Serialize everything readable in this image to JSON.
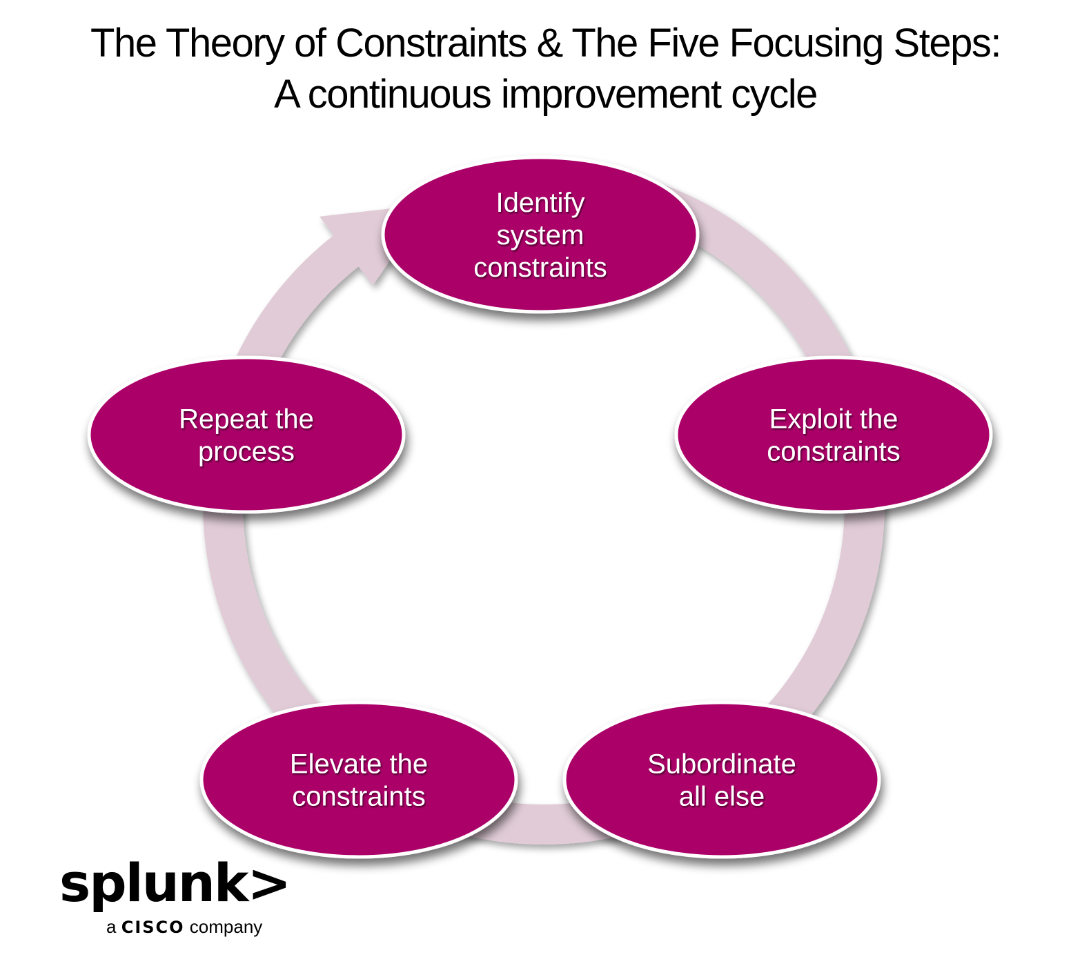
{
  "title": {
    "line1": "The Theory of Constraints & The Five Focusing Steps:",
    "line2": "A continuous improvement cycle"
  },
  "colors": {
    "node_fill": "#ab0068",
    "node_border": "#ffffff",
    "ring": "#e0cbd6",
    "text": "#000000"
  },
  "steps": [
    {
      "id": "identify",
      "lines": [
        "Identify",
        "system",
        "constraints"
      ]
    },
    {
      "id": "exploit",
      "lines": [
        "Exploit the",
        "constraints"
      ]
    },
    {
      "id": "subordinate",
      "lines": [
        "Subordinate",
        "all else"
      ]
    },
    {
      "id": "elevate",
      "lines": [
        "Elevate the",
        "constraints"
      ]
    },
    {
      "id": "repeat",
      "lines": [
        "Repeat the",
        "process"
      ]
    }
  ],
  "cycle": {
    "direction": "clockwise",
    "arrow_target": "identify"
  },
  "logo": {
    "wordmark": "splunk>",
    "tagline_prefix": "a",
    "tagline_brand": "CISCO",
    "tagline_suffix": "company"
  }
}
